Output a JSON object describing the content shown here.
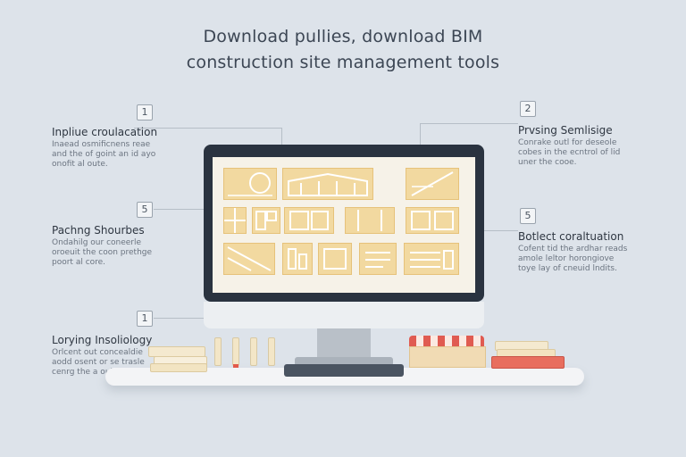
{
  "header": {
    "title_line1": "Download pullies, download BIM",
    "title_line2": "construction site management tools"
  },
  "callouts": [
    {
      "badge": "1",
      "heading": "Inpliue croulacation",
      "lines": [
        "Inaead osmificnens reae",
        "and the of goint an id ayo",
        "onofit al oute."
      ]
    },
    {
      "badge": "2",
      "heading": "Prvsing Semlisige",
      "lines": [
        "Conrake outl for deseole",
        "cobes in the ecntrol of lid",
        "uner the cooe."
      ]
    },
    {
      "badge": "5",
      "heading": "Pachng Shourbes",
      "lines": [
        "Ondahilg our coneerle",
        "oroeuit the coon prethge",
        "poort al core."
      ]
    },
    {
      "badge": "5",
      "heading": "Botlect coraltuation",
      "lines": [
        "Cofent tid the ardhar reads",
        "amole leltor horongiove",
        "toye lay of cneuid lndits."
      ]
    },
    {
      "badge": "1",
      "heading": "Lorying Insoliology",
      "lines": [
        "Orlcent out concealdie",
        "aodd osent or se trasle",
        "cenrg the a oulde a frase"
      ]
    }
  ],
  "colors": {
    "background": "#dde3ea",
    "monitor_frame": "#2a3340",
    "tile_fill": "#f2d9a0",
    "accent_red": "#e05b51"
  }
}
